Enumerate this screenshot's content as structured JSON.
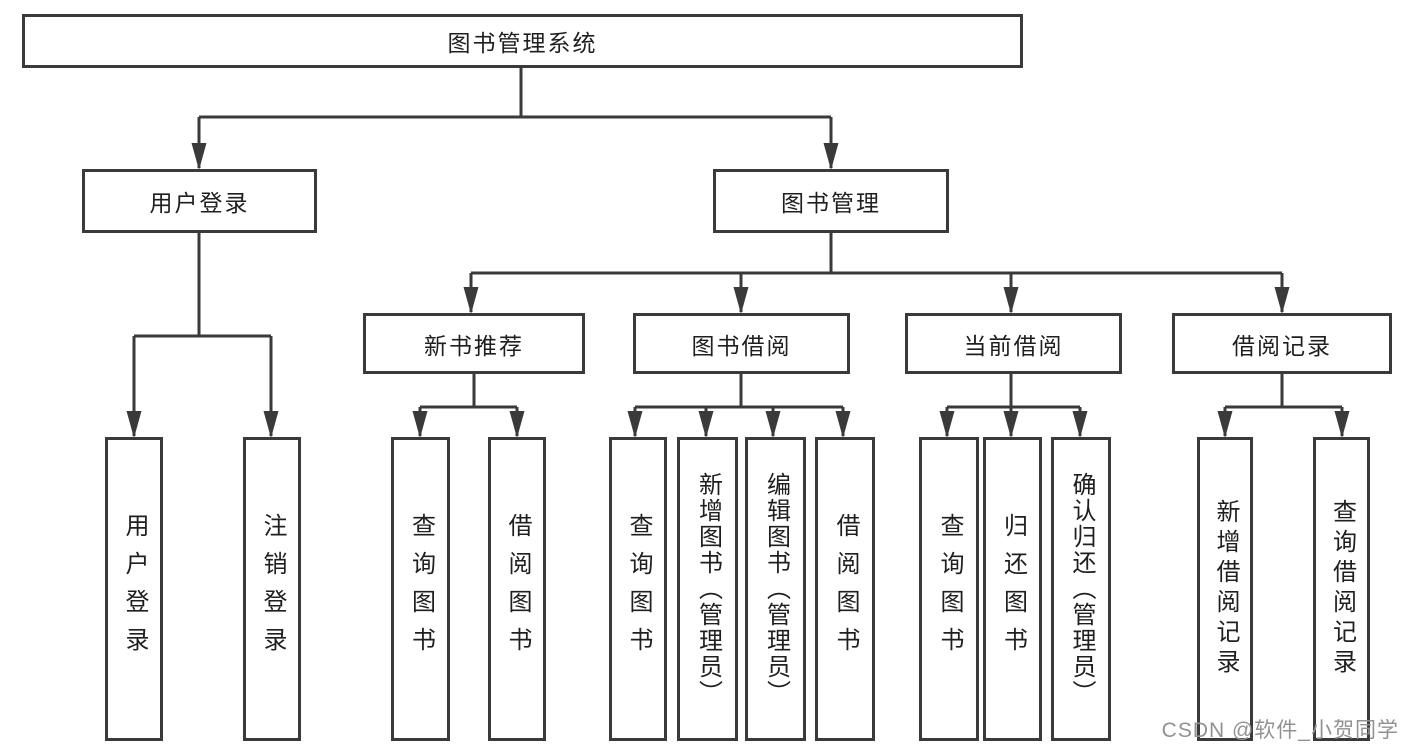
{
  "tree": {
    "root": "图书管理系统",
    "level2": {
      "user_login": "用户登录",
      "book_management": "图书管理"
    },
    "level3": {
      "new_book_recommend": "新书推荐",
      "book_borrow": "图书借阅",
      "current_borrow": "当前借阅",
      "borrow_record": "借阅记录"
    },
    "leaves": {
      "user_login": "用户登录",
      "logout": "注销登录",
      "recommend_query_book": "查询图书",
      "recommend_borrow_book": "借阅图书",
      "borrow_query_book": "查询图书",
      "borrow_add_book": "新增图书（管理员）",
      "borrow_edit_book": "编辑图书（管理员）",
      "borrow_borrow_book": "借阅图书",
      "current_query_book": "查询图书",
      "current_return_book": "归还图书",
      "current_confirm_return": "确认归还（管理员）",
      "record_add": "新增借阅记录",
      "record_query": "查询借阅记录"
    }
  },
  "watermark": "CSDN @软件_小贺同学",
  "colors": {
    "line": "#3a3a3a",
    "text": "#1f1f1f",
    "watermark": "#919191",
    "background": "#ffffff"
  }
}
